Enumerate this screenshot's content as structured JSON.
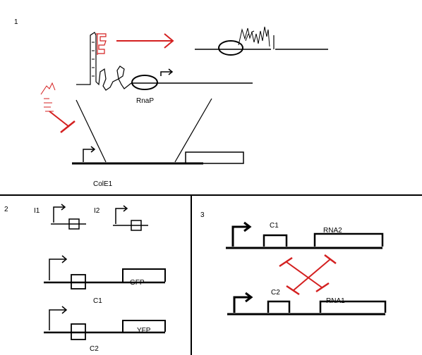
{
  "panels": [
    {
      "number": "1",
      "labels": {
        "rnap": "RnaP",
        "plasmid": "ColE1"
      }
    },
    {
      "number": "2",
      "labels": {
        "i1": "I1",
        "i2": "I2",
        "gfp": "GFP",
        "c1": "C1",
        "yfp": "YFP",
        "c2": "C2"
      }
    },
    {
      "number": "3",
      "labels": {
        "c1": "C1",
        "rna2": "RNA2",
        "c2": "C2",
        "rna1": "RNA1"
      }
    }
  ],
  "colors": {
    "ink": "#000000",
    "repression": "#d42020",
    "background": "#ffffff"
  }
}
